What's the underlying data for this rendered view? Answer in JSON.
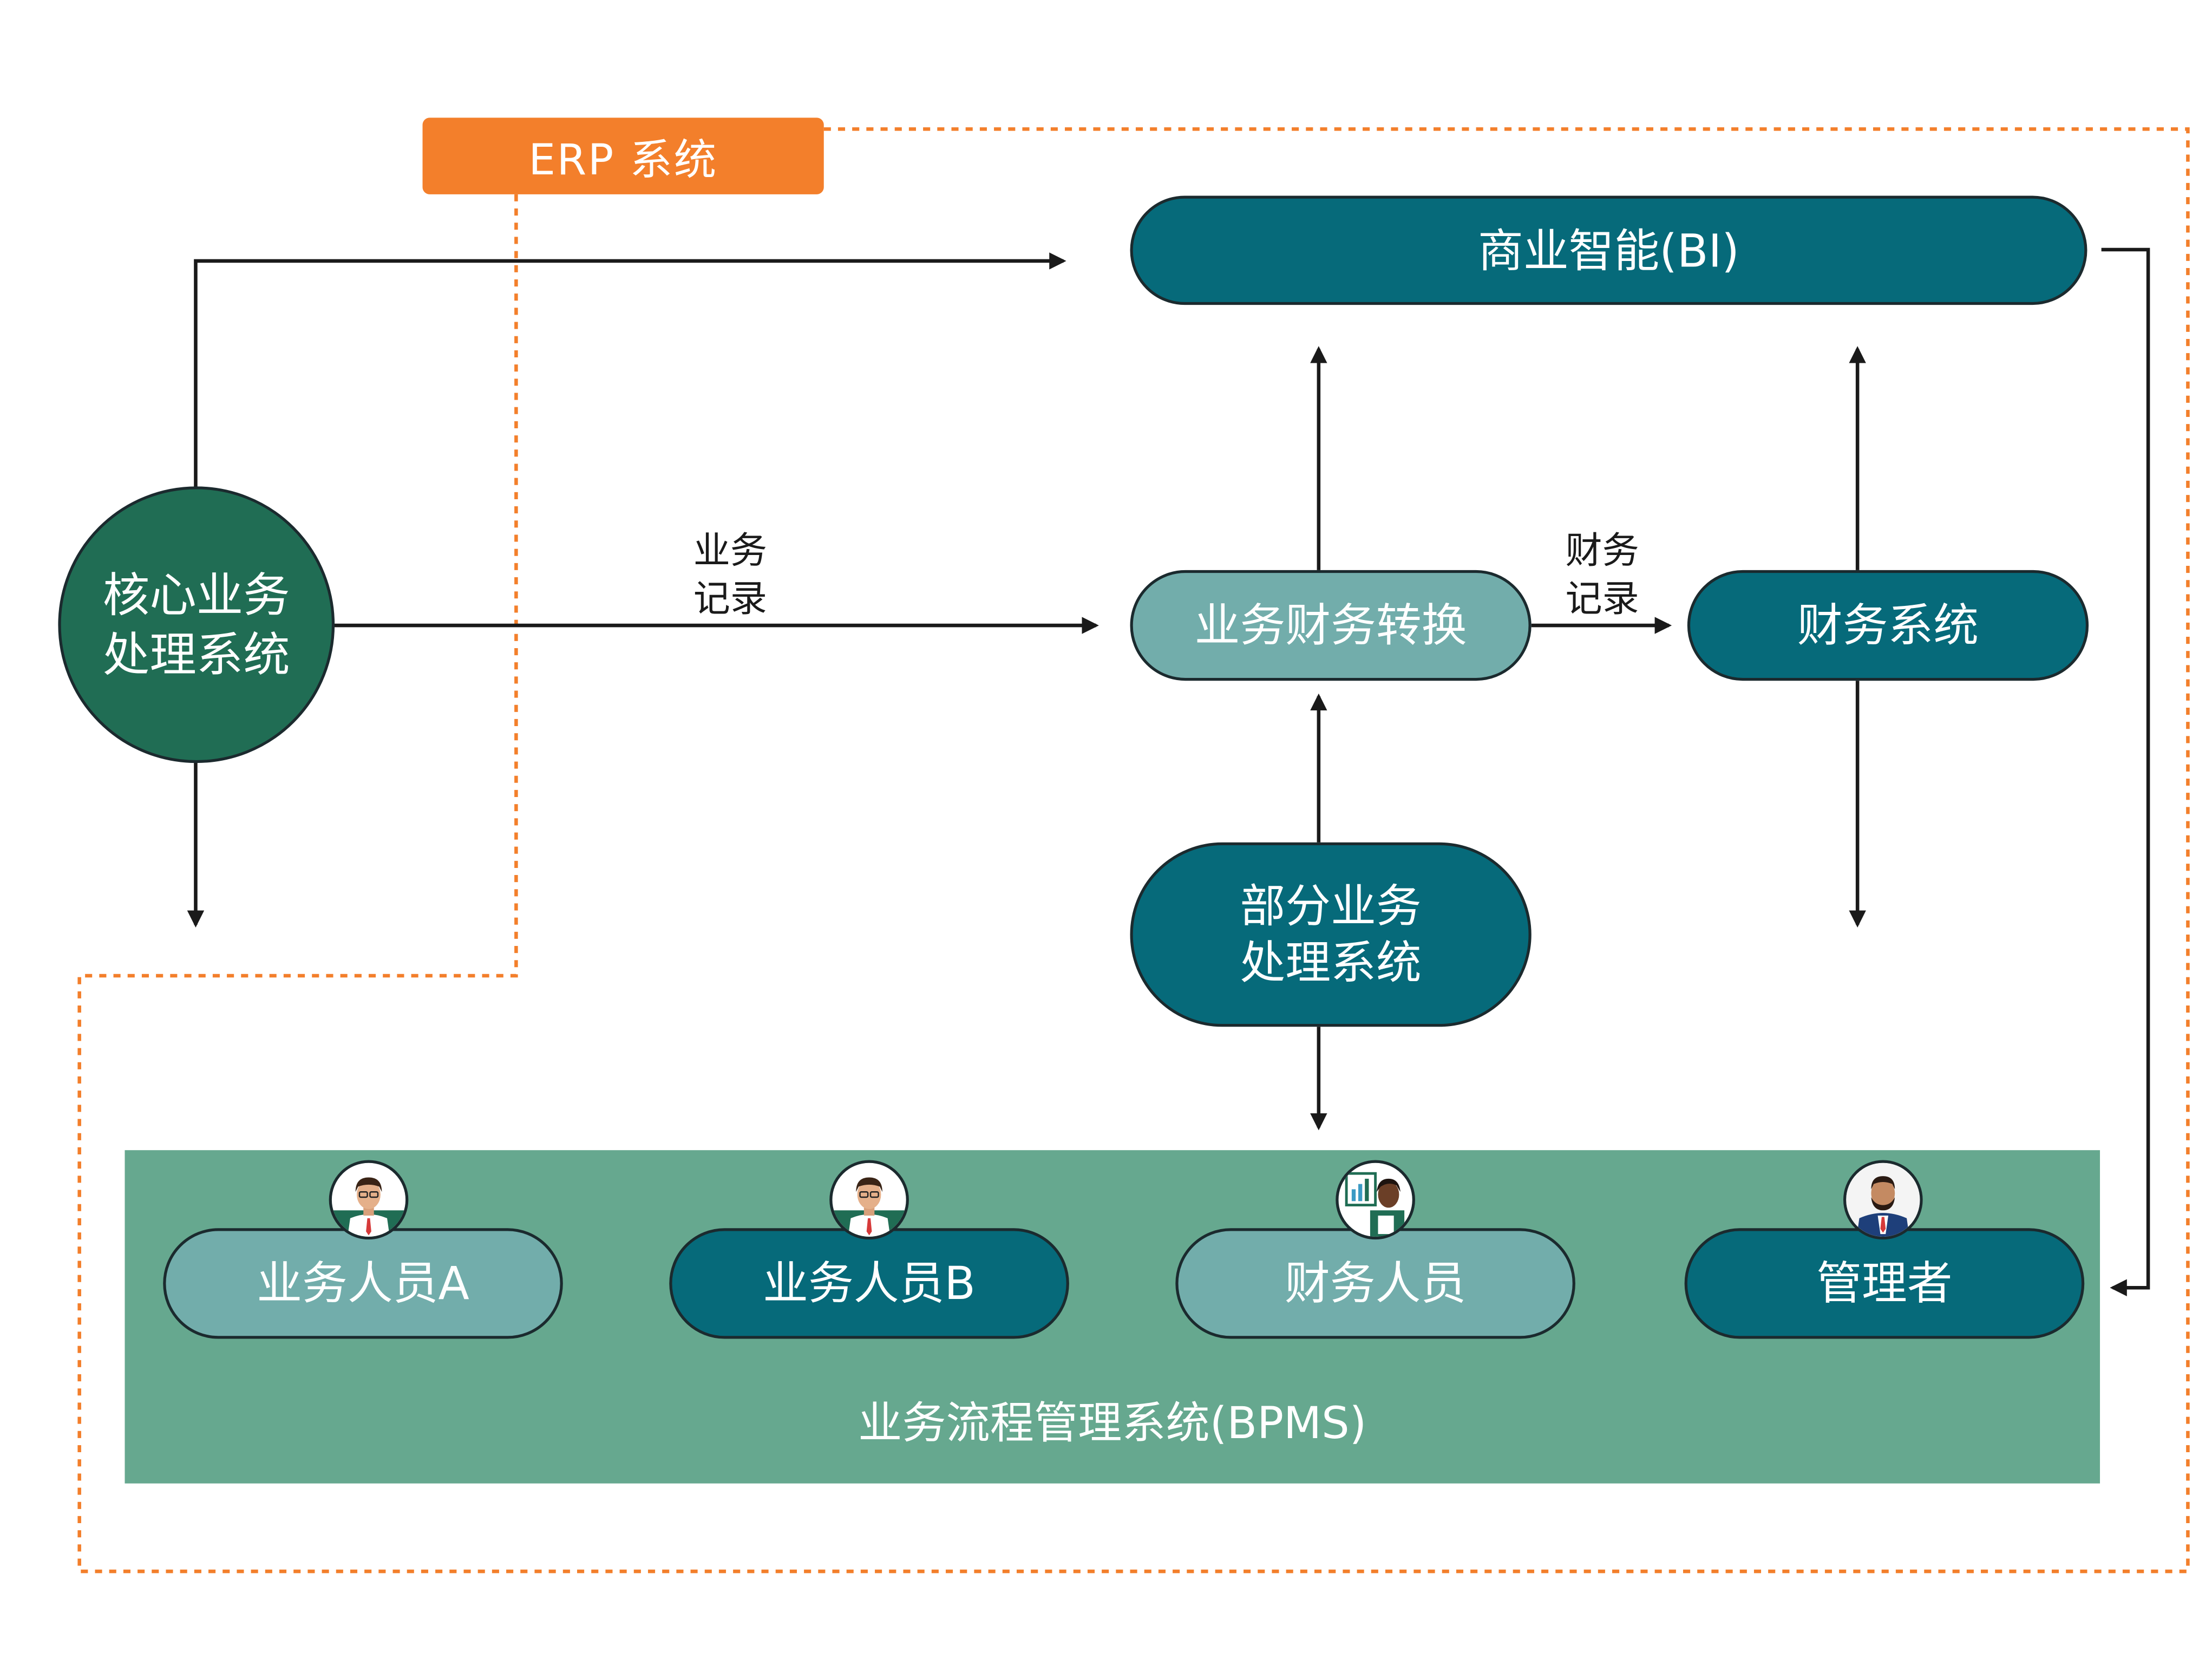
{
  "erp": {
    "label": "ERP 系统"
  },
  "core": {
    "line1": "核心业务",
    "line2": "处理系统"
  },
  "bi": {
    "label": "商业智能(BI)"
  },
  "conversion": {
    "label": "业务财务转换"
  },
  "finance_system": {
    "label": "财务系统"
  },
  "partial": {
    "line1": "部分业务",
    "line2": "处理系统"
  },
  "edge_labels": {
    "business_record": {
      "line1": "业务",
      "line2": "记录"
    },
    "finance_record": {
      "line1": "财务",
      "line2": "记录"
    }
  },
  "bpms": {
    "title": "业务流程管理系统(BPMS)",
    "roles": [
      {
        "label": "业务人员A",
        "icon": "businessman-avatar-icon"
      },
      {
        "label": "业务人员B",
        "icon": "businessman-avatar-icon"
      },
      {
        "label": "财务人员",
        "icon": "finance-staff-avatar-icon"
      },
      {
        "label": "管理者",
        "icon": "manager-avatar-icon"
      }
    ]
  },
  "colors": {
    "erp_orange": "#f37f2b",
    "teal_dark": "#066a7a",
    "teal_light": "#72adab",
    "core_green": "#206d54",
    "bpms_green": "#66a88f",
    "line": "#1a1a1a"
  }
}
